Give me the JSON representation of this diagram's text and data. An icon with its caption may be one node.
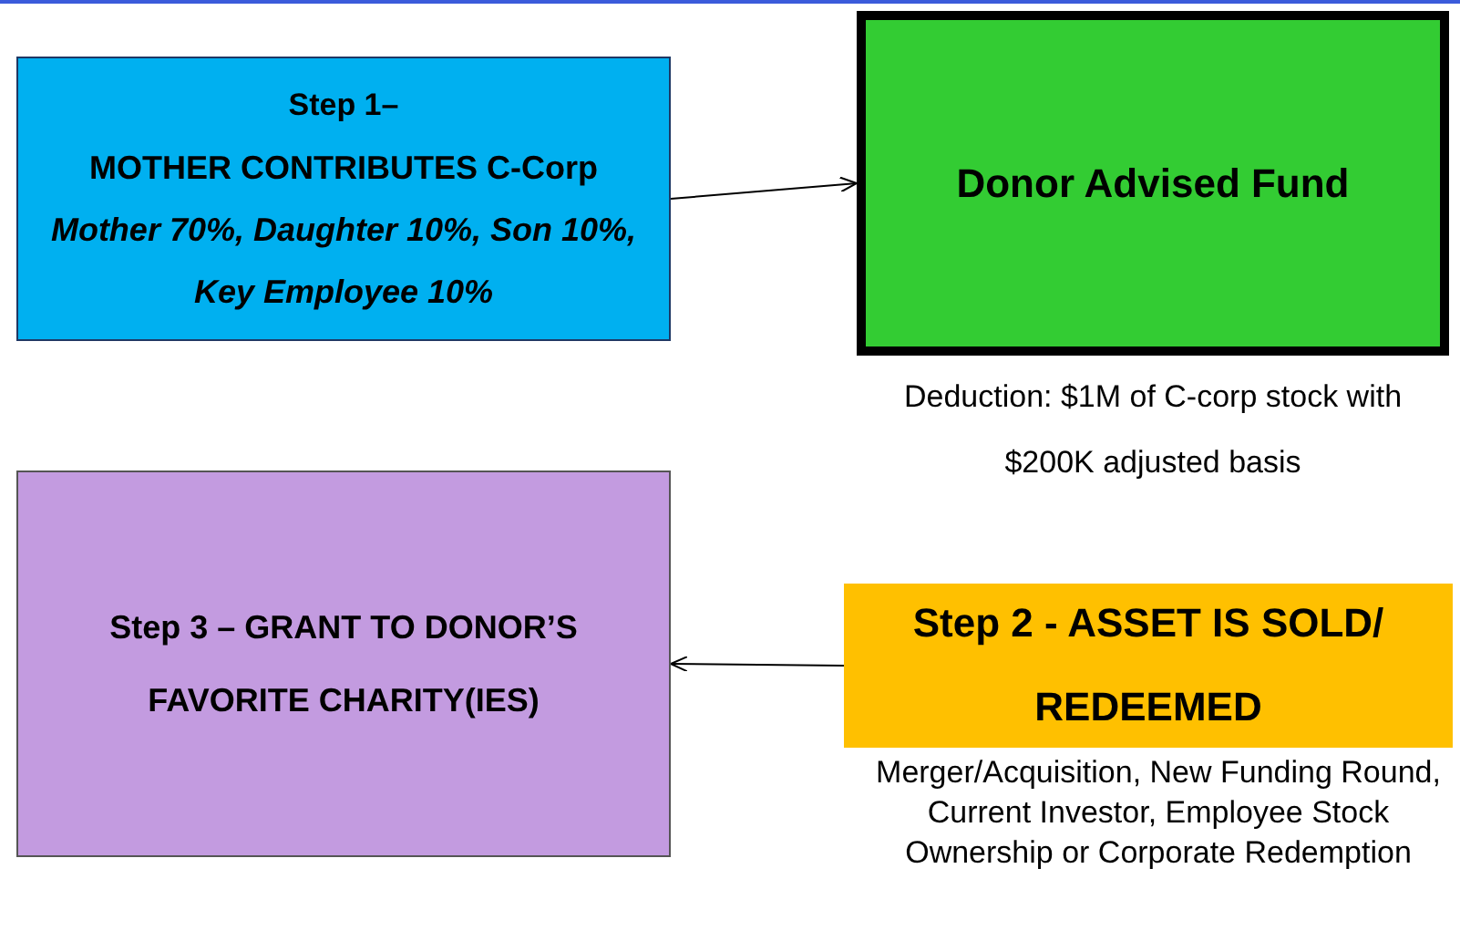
{
  "diagram": {
    "nodes": [
      {
        "text": [
          "Step 1–",
          "MOTHER CONTRIBUTES C-Corp",
          "Mother 70%, Daughter 10%, Son 10%, Key Employee 10%"
        ]
      },
      {
        "text": [
          "Donor Advised Fund"
        ],
        "beside": [
          "Deduction:  $1M of C-corp stock with $200K adjusted basis"
        ]
      },
      {
        "text": [
          "Step 3 – GRANT TO DONOR’S FAVORITE CHARITY(IES)"
        ]
      },
      {
        "text": [
          "Step 2 - ASSET IS SOLD/ REDEEMED"
        ],
        "beside": [
          "Merger/Acquisition, New Funding Round, Current Investor, Employee Stock Ownership or Corporate Redemption"
        ]
      }
    ],
    "edges": [
      {
        "from": 0,
        "to": 1,
        "arrow": "to"
      },
      {
        "from": 3,
        "to": 2,
        "arrow": "to"
      }
    ]
  }
}
